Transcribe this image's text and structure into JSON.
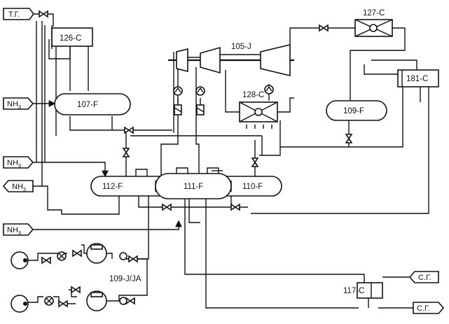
{
  "equipment": {
    "e126c": "126-C",
    "e127c": "127-C",
    "e105j": "105-J",
    "e128c": "128-C",
    "e181c": "181-C",
    "e107f": "107-F",
    "e109f": "109-F",
    "e112f": "112-F",
    "e111f": "111-F",
    "e110f": "110-F",
    "e117c": "117-C",
    "e109j": "109-J/JA"
  },
  "streams": {
    "tg": "Т.Г.",
    "sg_in": "С.Г.",
    "sg_out": "С.Г.",
    "nh3_base": "NH",
    "nh3_sub": "3"
  },
  "icons": [
    "valve-icon",
    "pump-icon",
    "filter-icon",
    "compressor-icon",
    "heat-exchanger-icon",
    "cooler-icon",
    "flow-meter-icon"
  ]
}
